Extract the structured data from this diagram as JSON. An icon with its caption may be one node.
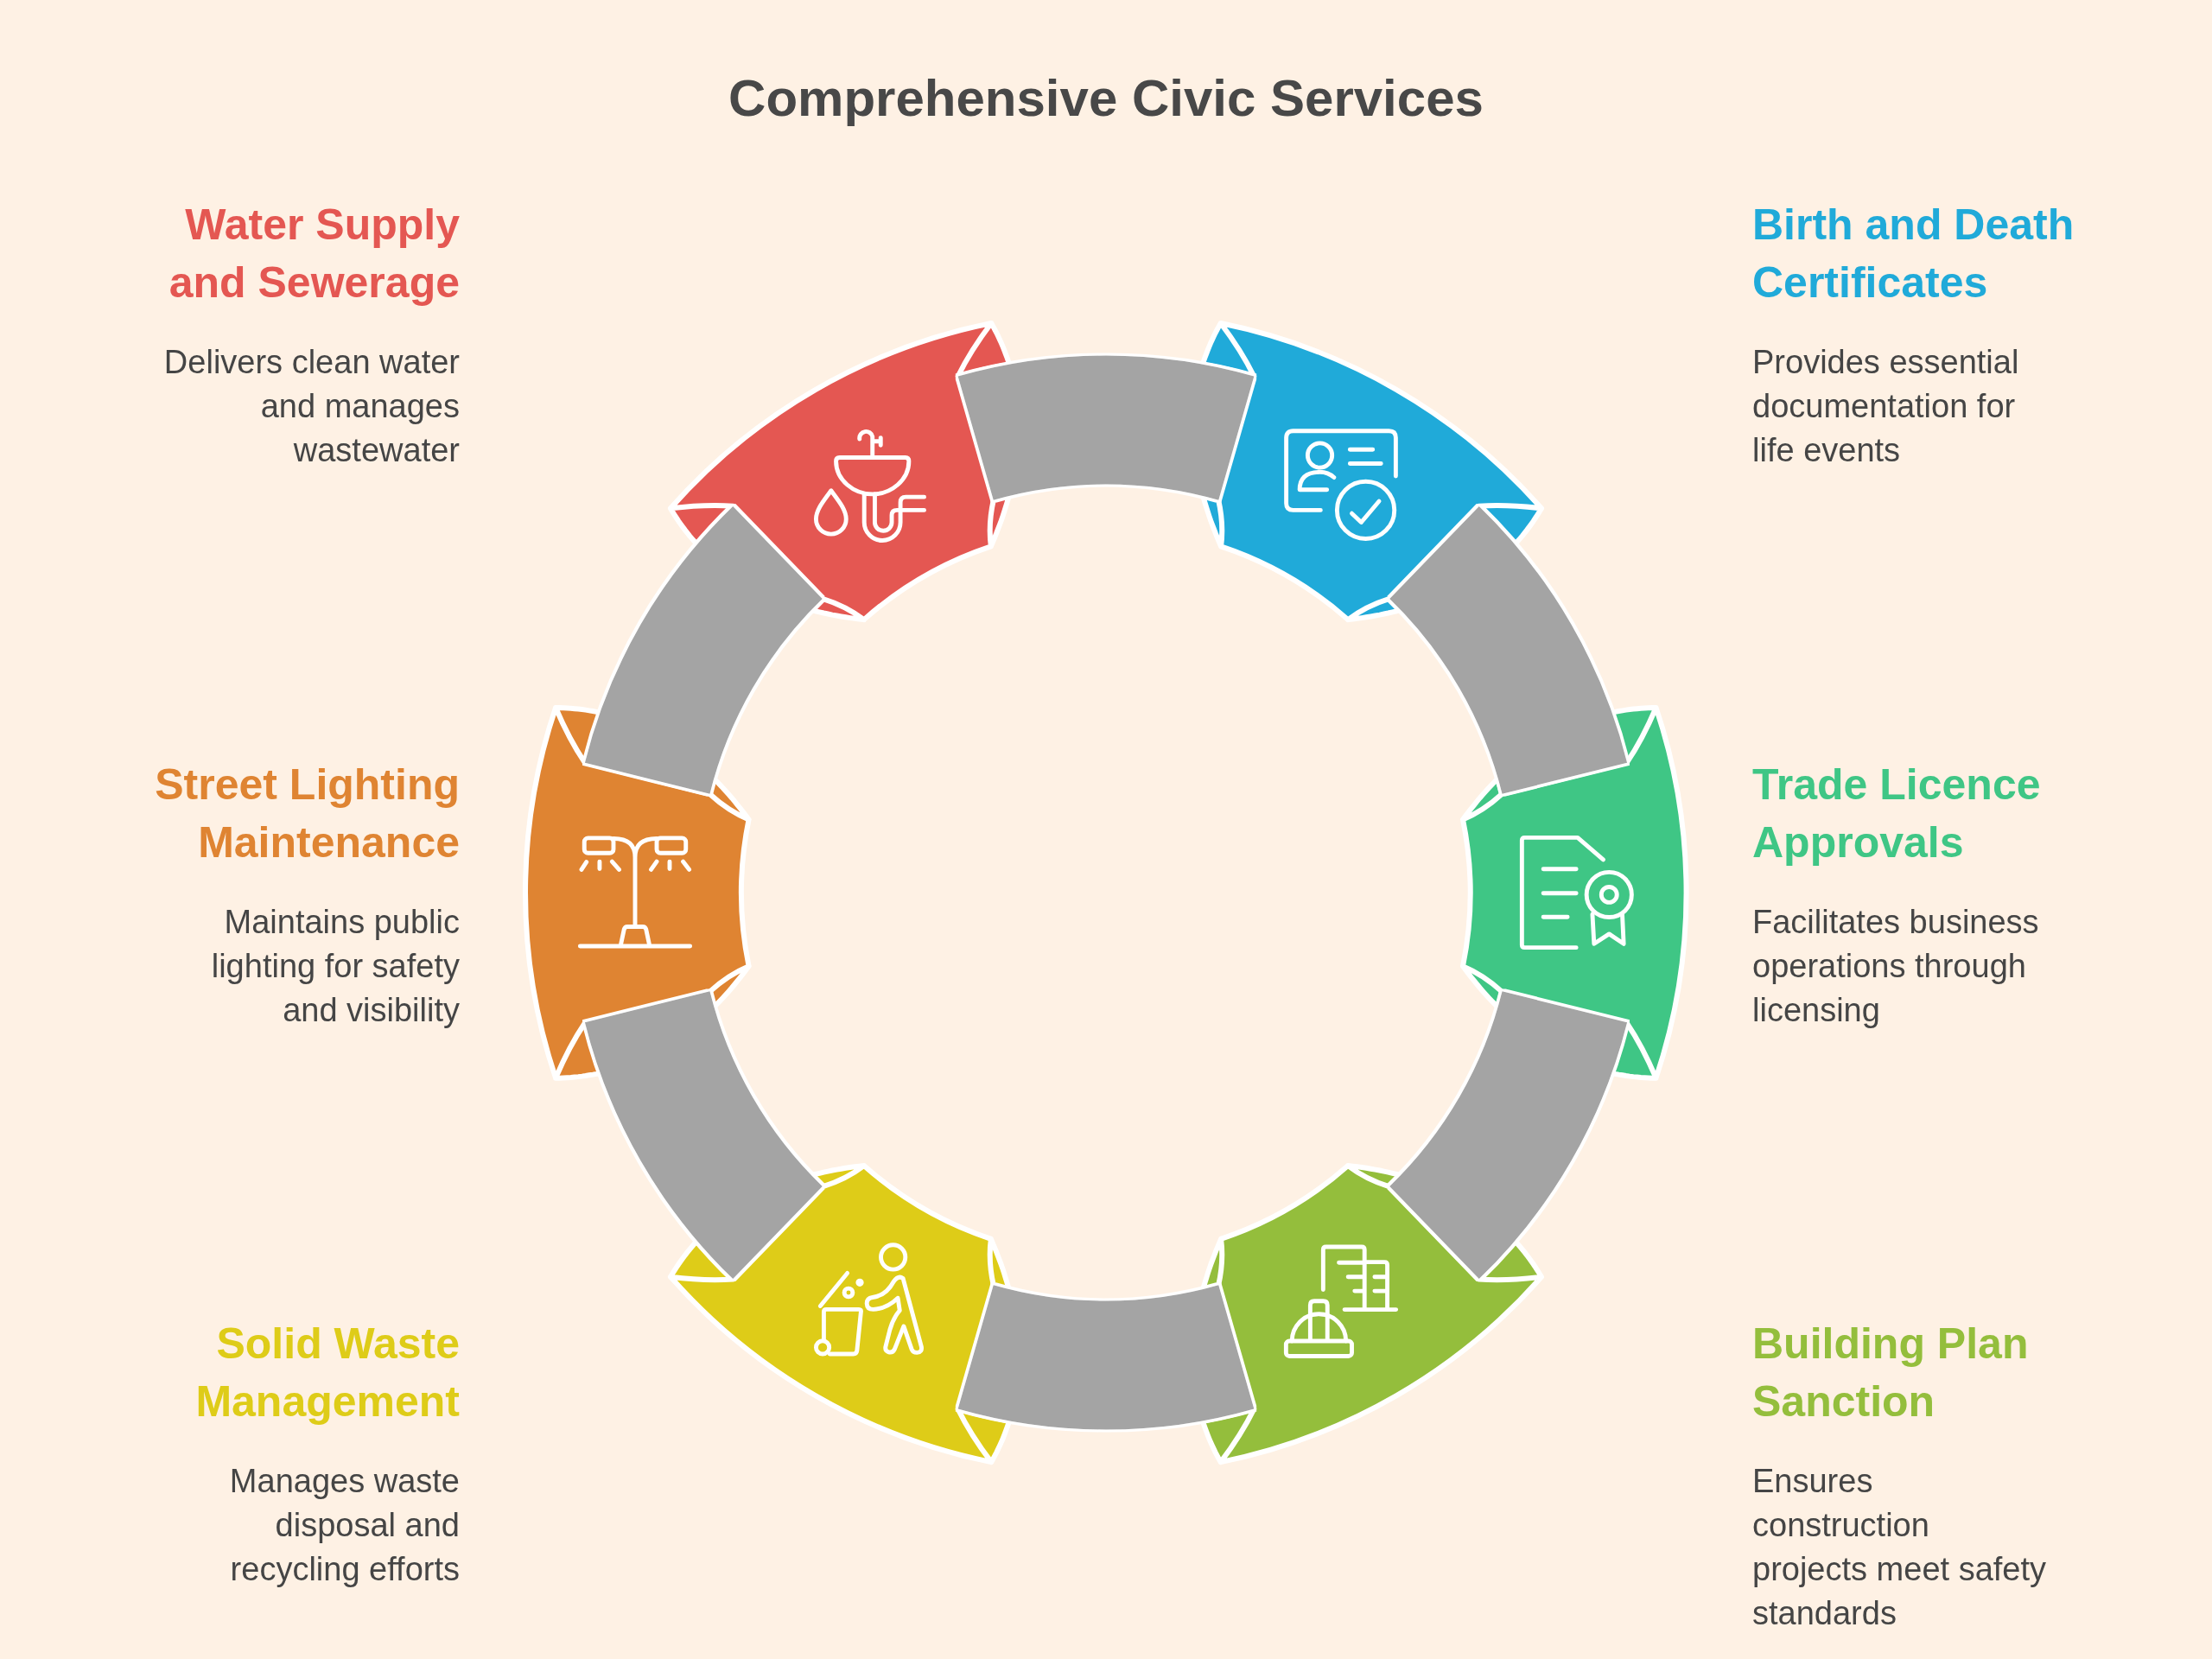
{
  "diagram": {
    "title": "Comprehensive Civic Services",
    "nodes": [
      {
        "text": [],
        "shape": "segment",
        "beside": [
          "Water Supply and Sewerage",
          "Delivers clean water and manages wastewater"
        ]
      },
      {
        "text": [],
        "shape": "segment",
        "beside": [
          "Birth and Death Certificates",
          "Provides essential documentation for life events"
        ]
      },
      {
        "text": [],
        "shape": "segment",
        "beside": [
          "Street Lighting Maintenance",
          "Maintains public lighting for safety and visibility"
        ]
      },
      {
        "text": [],
        "shape": "segment",
        "beside": [
          "Trade Licence Approvals",
          "Facilitates business operations through licensing"
        ]
      },
      {
        "text": [],
        "shape": "segment",
        "beside": [
          "Solid Waste Management",
          "Manages waste disposal and recycling efforts"
        ]
      },
      {
        "text": [],
        "shape": "segment",
        "beside": [
          "Building Plan Sanction",
          "Ensures construction projects meet safety standards"
        ]
      }
    ],
    "edges": [
      {
        "from": 0,
        "to": 1,
        "arrow": "none"
      },
      {
        "from": 1,
        "to": 3,
        "arrow": "none"
      },
      {
        "from": 3,
        "to": 5,
        "arrow": "none"
      },
      {
        "from": 5,
        "to": 4,
        "arrow": "none"
      },
      {
        "from": 4,
        "to": 2,
        "arrow": "none"
      },
      {
        "from": 2,
        "to": 0,
        "arrow": "none"
      }
    ]
  }
}
